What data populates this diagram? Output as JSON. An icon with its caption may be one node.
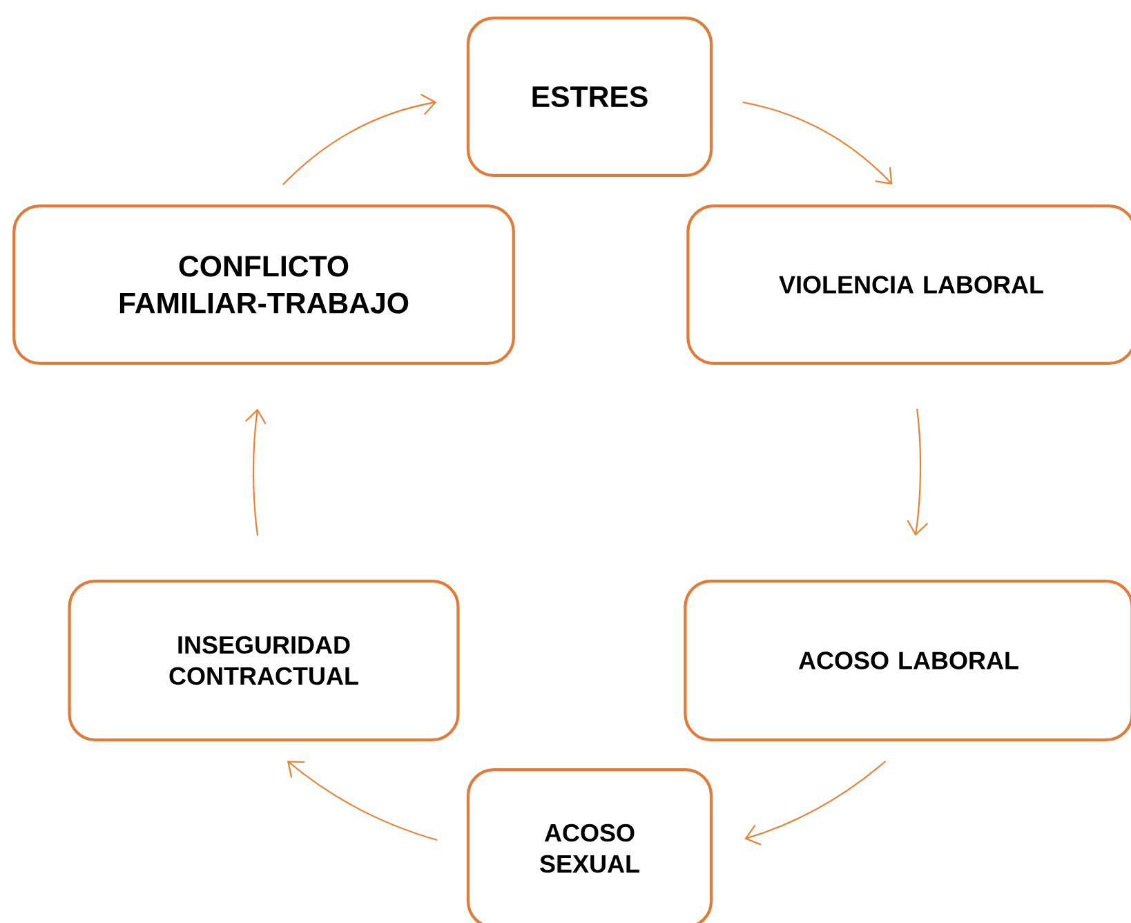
{
  "diagram": {
    "nodes": [
      {
        "text": [
          "ESTRES"
        ]
      },
      {
        "text": [
          "VIOLENCIA LABORAL"
        ]
      },
      {
        "text": [
          "ACOSO LABORAL"
        ]
      },
      {
        "text": [
          "ACOSO SEXUAL"
        ]
      },
      {
        "text": [
          "INSEGURIDAD CONTRACTUAL"
        ]
      },
      {
        "text": [
          "CONFLICTO FAMILIAR-TRABAJO"
        ]
      }
    ],
    "edges": [
      {
        "from": 0,
        "to": 1,
        "arrow": "to"
      },
      {
        "from": 1,
        "to": 2,
        "arrow": "to"
      },
      {
        "from": 2,
        "to": 3,
        "arrow": "to"
      },
      {
        "from": 3,
        "to": 4,
        "arrow": "to"
      },
      {
        "from": 4,
        "to": 5,
        "arrow": "to"
      },
      {
        "from": 5,
        "to": 0,
        "arrow": "to"
      }
    ]
  }
}
